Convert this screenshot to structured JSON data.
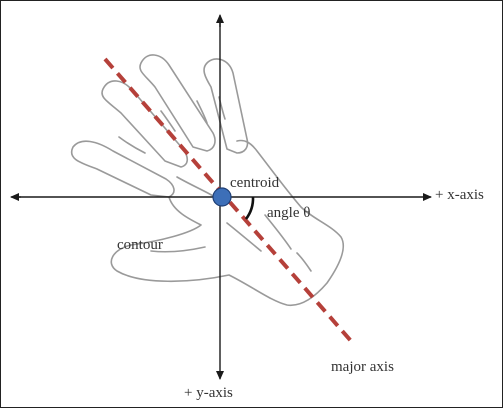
{
  "diagram": {
    "labels": {
      "centroid": "centroid",
      "angle": "angle θ",
      "x_axis": "+ x-axis",
      "y_axis": "+ y-axis",
      "contour": "contour",
      "major_axis": "major axis"
    },
    "colors": {
      "axis": "#1a1a1a",
      "major_axis": "#b5403a",
      "centroid_fill": "#3d6fb8",
      "centroid_stroke": "#1f3f75",
      "hand_outline": "#9a9a9a"
    }
  }
}
